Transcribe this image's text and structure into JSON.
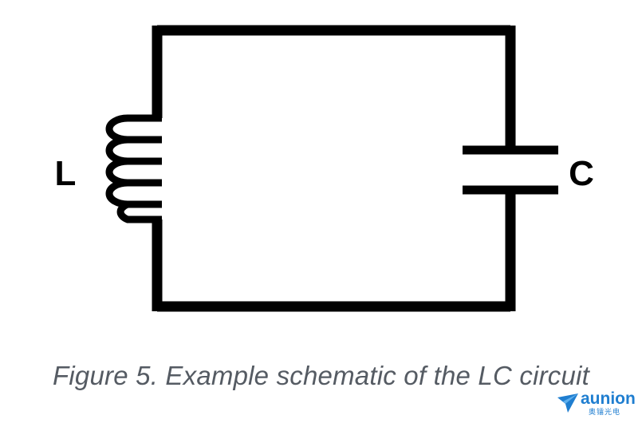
{
  "diagram": {
    "inductor_label": "L",
    "capacitor_label": "C"
  },
  "caption": "Figure 5. Example schematic of the LC circuit",
  "logo": {
    "name": "aunion",
    "subtitle": "奥镭光电",
    "color": "#1f7ed0"
  }
}
